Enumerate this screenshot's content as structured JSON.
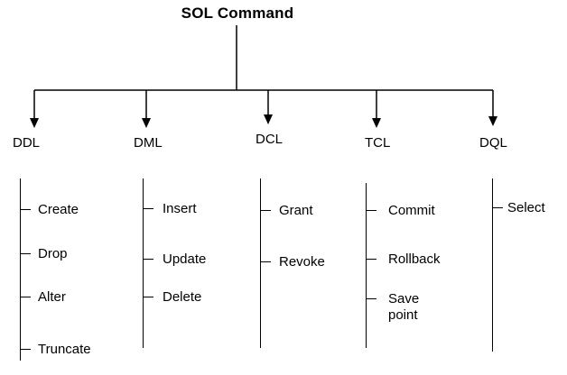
{
  "title": "SOL Command",
  "branches": [
    {
      "label": "DDL",
      "items": [
        "Create",
        "Drop",
        "Alter",
        "Truncate"
      ]
    },
    {
      "label": "DML",
      "items": [
        "Insert",
        "Update",
        "Delete"
      ]
    },
    {
      "label": "DCL",
      "items": [
        "Grant",
        "Revoke"
      ]
    },
    {
      "label": "TCL",
      "items": [
        "Commit",
        "Rollback",
        "Save point"
      ]
    },
    {
      "label": "DQL",
      "items": [
        "Select"
      ]
    }
  ],
  "colors": {
    "line": "#000000",
    "text": "#000000",
    "background": "#ffffff"
  }
}
